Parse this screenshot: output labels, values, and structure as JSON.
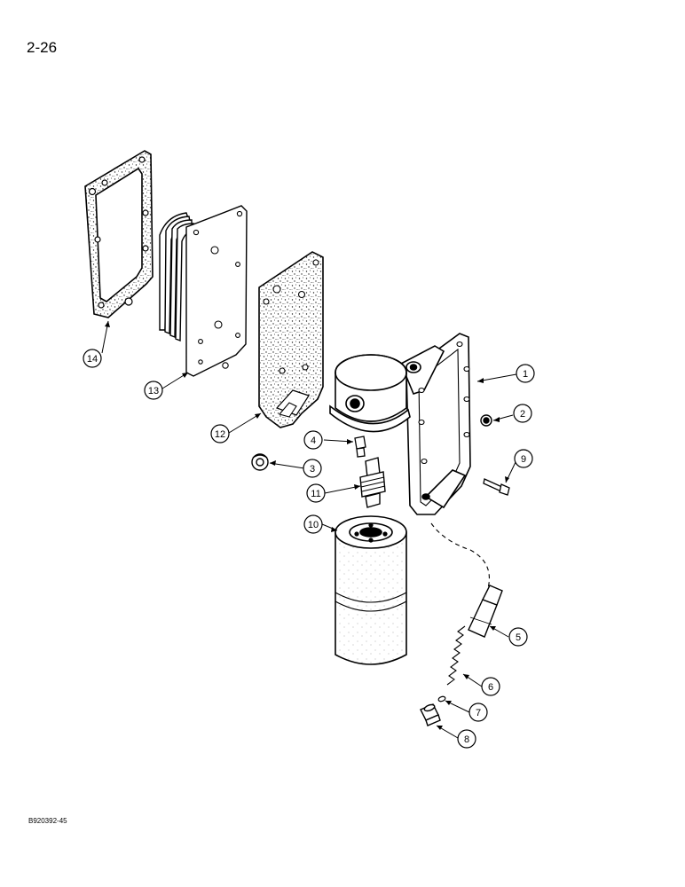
{
  "page_number": "2-26",
  "figure_code": "B920392-45",
  "callouts": [
    {
      "id": "1",
      "label": "1"
    },
    {
      "id": "2",
      "label": "2"
    },
    {
      "id": "3",
      "label": "3"
    },
    {
      "id": "4",
      "label": "4"
    },
    {
      "id": "5",
      "label": "5"
    },
    {
      "id": "6",
      "label": "6"
    },
    {
      "id": "7",
      "label": "7"
    },
    {
      "id": "8",
      "label": "8"
    },
    {
      "id": "9",
      "label": "9"
    },
    {
      "id": "10",
      "label": "10"
    },
    {
      "id": "11",
      "label": "11"
    },
    {
      "id": "12",
      "label": "12"
    },
    {
      "id": "13",
      "label": "13"
    },
    {
      "id": "14",
      "label": "14"
    }
  ]
}
